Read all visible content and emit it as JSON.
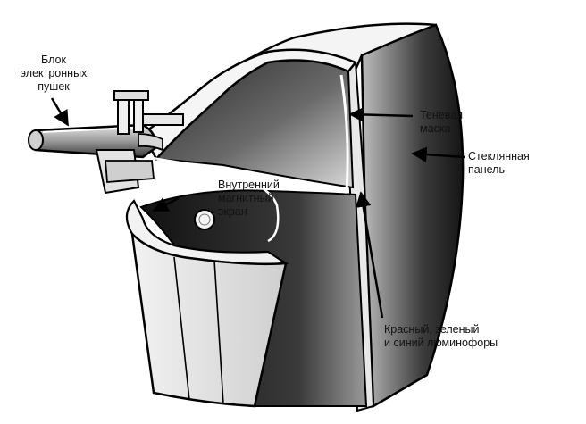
{
  "labels": {
    "electron_gun": [
      "Блок",
      "электронных",
      "пушек"
    ],
    "shadow_mask": [
      "Теневая",
      "маска"
    ],
    "glass_panel": [
      "Стеклянная",
      "панель"
    ],
    "magnetic_shield": [
      "Внутренний",
      "магнитный",
      "экран"
    ],
    "phosphors": [
      "Красный, зеленый",
      "и синий люминофоры"
    ]
  }
}
